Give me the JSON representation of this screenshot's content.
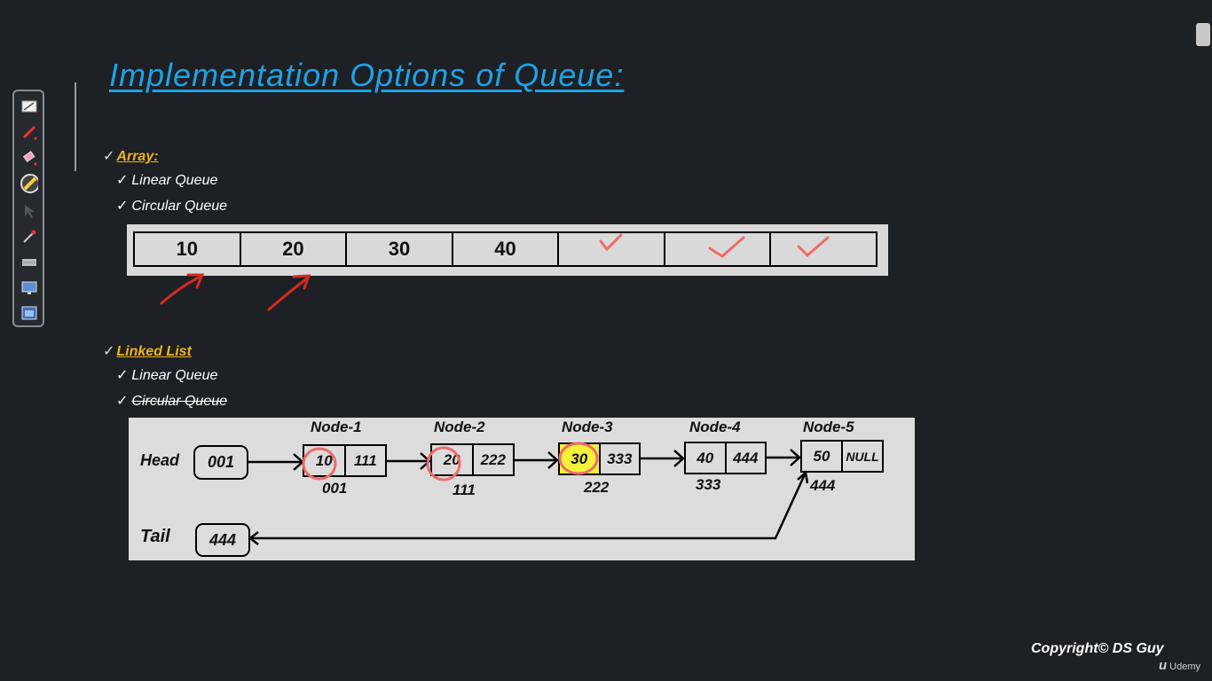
{
  "title": "Implementation Options of Queue:",
  "toolbar": {
    "tools": [
      "whiteboard-icon",
      "pen-icon",
      "eraser-icon",
      "highlighter-icon",
      "pointer-icon",
      "laser-icon",
      "screen-icon",
      "monitor-icon",
      "window-icon"
    ]
  },
  "array_section": {
    "check": "✓",
    "label": "Array:",
    "items": [
      {
        "check": "✓",
        "label": "Linear Queue"
      },
      {
        "check": "✓",
        "label": "Circular Queue"
      }
    ],
    "cells": [
      "10",
      "20",
      "30",
      "40",
      "",
      "",
      ""
    ]
  },
  "linked_list_section": {
    "check": "✓",
    "label": "Linked List",
    "items": [
      {
        "check": "✓",
        "label": "Linear Queue"
      },
      {
        "check": "✓",
        "label": "Circular Queue"
      }
    ],
    "head_label": "Head",
    "head_value": "001",
    "tail_label": "Tail",
    "tail_value": "444",
    "nodes": [
      {
        "name": "Node-1",
        "data": "10",
        "next": "111",
        "address": "001"
      },
      {
        "name": "Node-2",
        "data": "20",
        "next": "222",
        "address": "111"
      },
      {
        "name": "Node-3",
        "data": "30",
        "next": "333",
        "address": "222"
      },
      {
        "name": "Node-4",
        "data": "40",
        "next": "444",
        "address": "333"
      },
      {
        "name": "Node-5",
        "data": "50",
        "next": "NULL",
        "address": "444"
      }
    ]
  },
  "footer": {
    "copyright": "Copyright© DS Guy",
    "brand_mark": "u",
    "brand": "Udemy"
  },
  "colors": {
    "background": "#1d2024",
    "title": "#1ea2e6",
    "section_label": "#f0b21a",
    "annotation_red": "#d42a22",
    "annotation_pink": "#f06a6a",
    "highlight_yellow": "#f5f03a"
  }
}
